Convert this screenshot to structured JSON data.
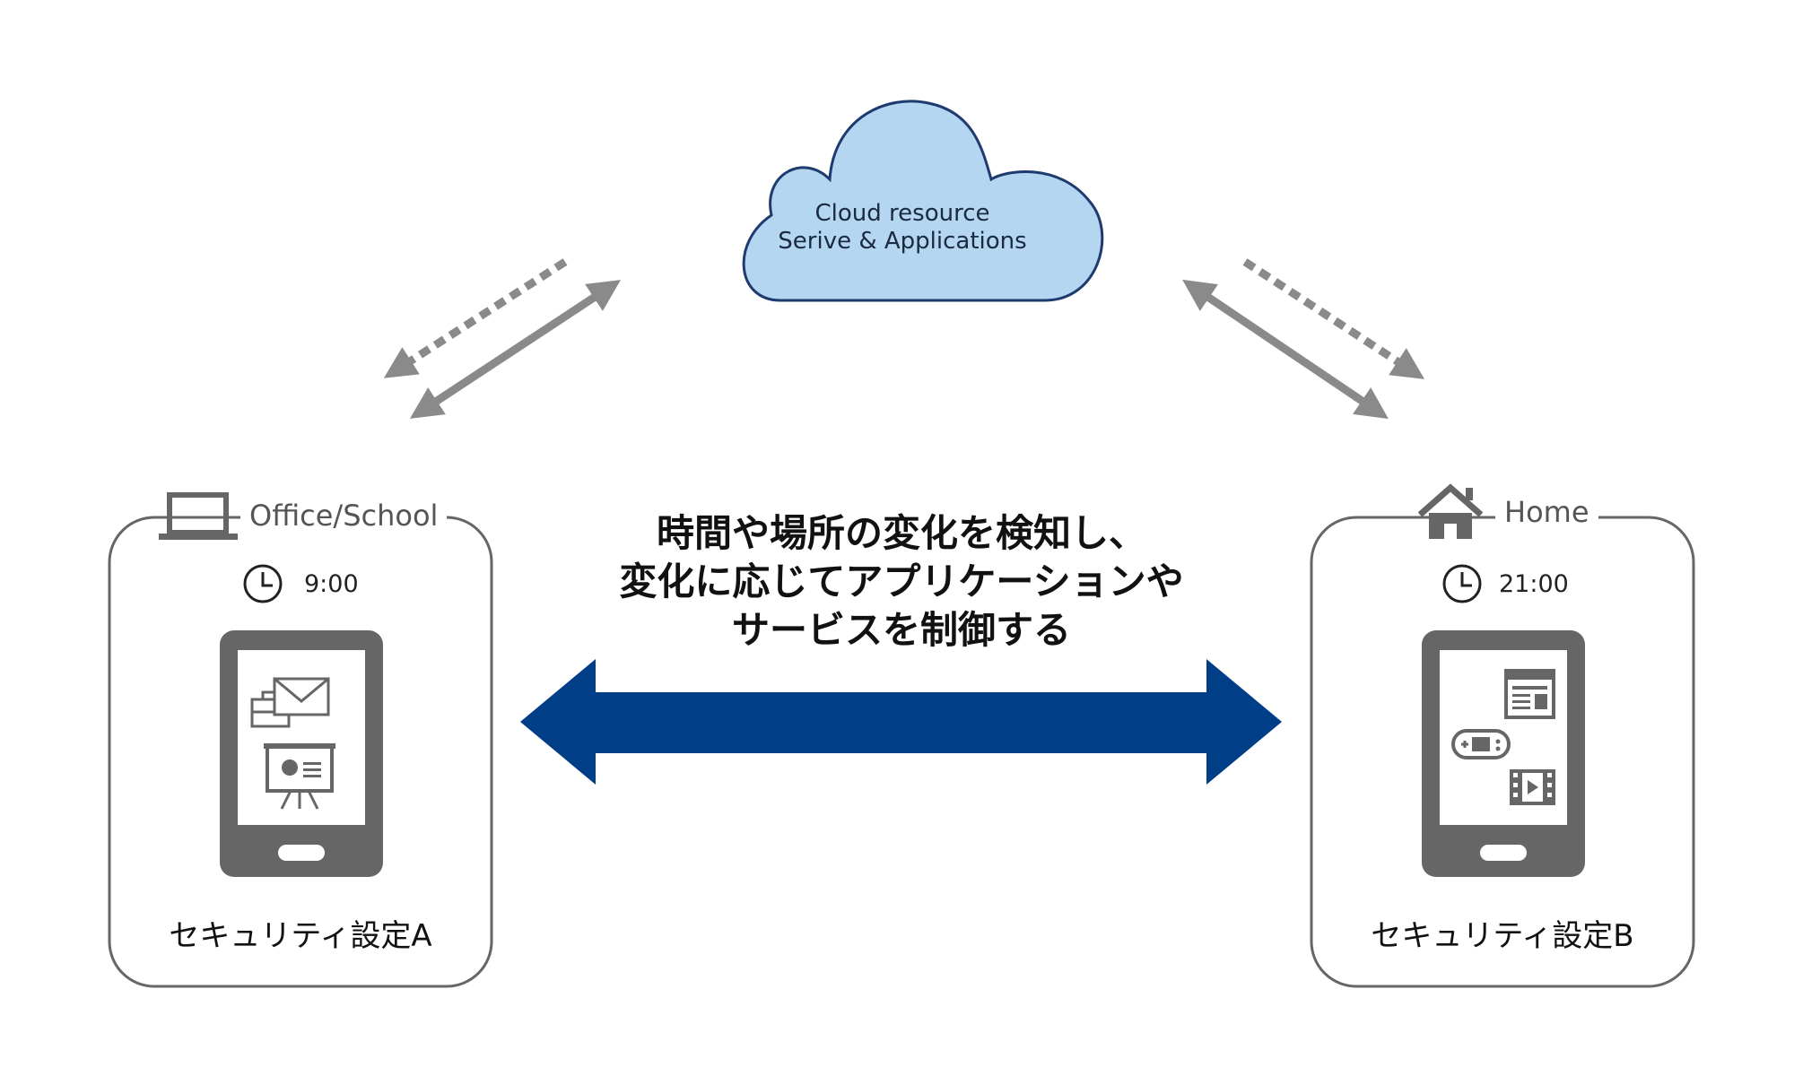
{
  "cloud": {
    "line1": "Cloud resource",
    "line2": "Serive & Applications",
    "fill": "#b5d6f0",
    "stroke": "#1e3a6e"
  },
  "headline": {
    "line1": "時間や場所の変化を検知し、",
    "line2": "変化に応じてアプリケーションや",
    "line3": "サービスを制御する"
  },
  "left_panel": {
    "label": "Office/School",
    "label_icon": "laptop-icon",
    "time": "9:00",
    "setting": "セキュリティ設定A",
    "apps": [
      "briefcase-icon",
      "mail-icon",
      "presentation-icon"
    ]
  },
  "right_panel": {
    "label": "Home",
    "label_icon": "home-icon",
    "time": "21:00",
    "setting": "セキュリティ設定B",
    "apps": [
      "web-page-icon",
      "game-controller-icon",
      "video-film-icon"
    ]
  },
  "colors": {
    "main_arrow": "#003f87",
    "side_arrows": "#8a8a8a",
    "device": "#666666",
    "panel_border": "#666666"
  }
}
